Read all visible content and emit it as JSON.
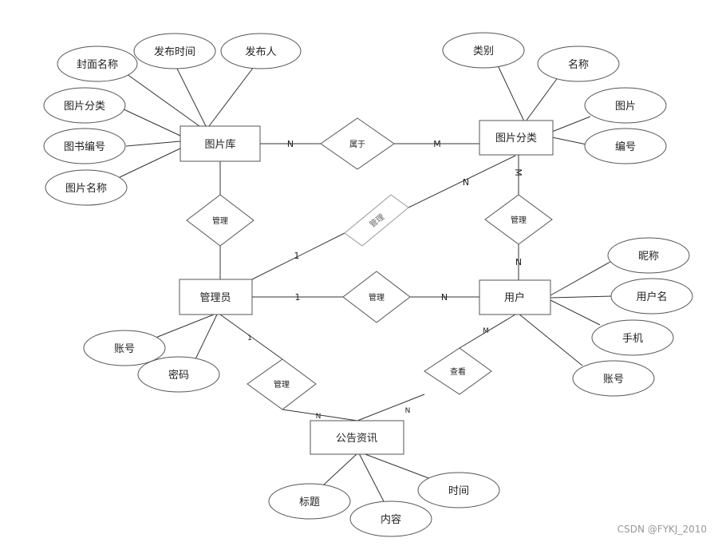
{
  "entities": {
    "gallery": "图片库",
    "category": "图片分类",
    "admin": "管理员",
    "user": "用户",
    "notice": "公告资讯"
  },
  "attributes": {
    "gallery": [
      "封面名称",
      "发布时间",
      "发布人",
      "图片分类",
      "图书编号",
      "图片名称"
    ],
    "category": [
      "类别",
      "名称",
      "图片",
      "编号"
    ],
    "user": [
      "昵称",
      "用户名",
      "手机",
      "账号"
    ],
    "admin": [
      "账号",
      "密码"
    ],
    "notice": [
      "标题",
      "内容",
      "时间"
    ]
  },
  "relationships": {
    "belongs": {
      "label": "属于",
      "card_a": "N",
      "card_b": "M"
    },
    "manage_gallery": {
      "label": "管理"
    },
    "manage_category": {
      "label": "管理",
      "card_a": "1",
      "card_b": "N"
    },
    "manage_user_cat": {
      "label": "管理",
      "card_a": "M",
      "card_b": "N"
    },
    "manage_user": {
      "label": "管理",
      "card_a": "1",
      "card_b": "N"
    },
    "manage_notice": {
      "label": "管理",
      "card_a": "1",
      "card_b": "N"
    },
    "view_notice": {
      "label": "查看",
      "card_a": "M",
      "card_b": "N"
    }
  },
  "watermark": "CSDN @FYKJ_2010"
}
